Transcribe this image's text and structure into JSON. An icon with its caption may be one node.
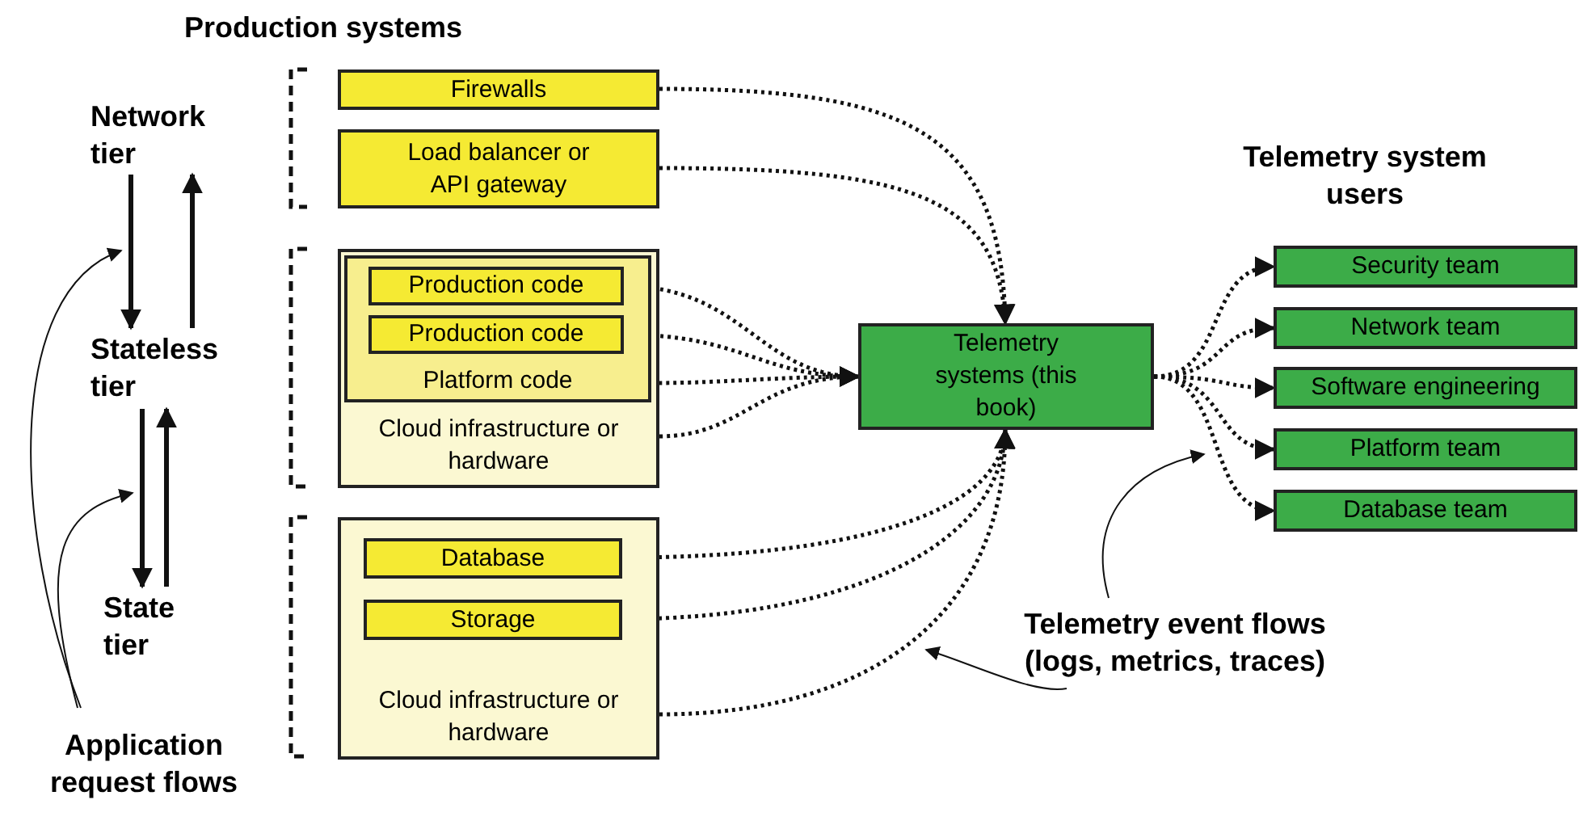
{
  "diagram": {
    "title": "Production systems",
    "nodes": [
      {
        "text": [
          "Network tier"
        ]
      },
      {
        "text": [
          "Stateless tier"
        ]
      },
      {
        "text": [
          "State tier"
        ]
      },
      {
        "text": [
          "Application request flows"
        ]
      },
      {
        "text": [
          "Firewalls"
        ]
      },
      {
        "text": [
          "Load balancer or API gateway"
        ]
      },
      {
        "text": [
          "Cloud infrastructure or hardware"
        ]
      },
      {
        "text": [
          "Platform code"
        ],
        "in": 6
      },
      {
        "text": [
          "Production code"
        ],
        "in": 7
      },
      {
        "text": [
          "Production code"
        ],
        "in": 7
      },
      {
        "text": [
          "Cloud infrastructure or hardware"
        ]
      },
      {
        "text": [
          "Database"
        ],
        "in": 10
      },
      {
        "text": [
          "Storage"
        ],
        "in": 10
      },
      {
        "text": [
          "Telemetry systems (this book)"
        ]
      },
      {
        "text": [
          "Security team"
        ]
      },
      {
        "text": [
          "Network team"
        ]
      },
      {
        "text": [
          "Software engineering"
        ]
      },
      {
        "text": [
          "Platform team"
        ]
      },
      {
        "text": [
          "Database team"
        ]
      },
      {
        "text": [
          "Telemetry event flows (logs, metrics, traces)"
        ]
      }
    ],
    "edges": [
      {
        "from": 0,
        "to": 1,
        "arrow": "to"
      },
      {
        "from": 1,
        "to": 0,
        "arrow": "to"
      },
      {
        "from": 1,
        "to": 2,
        "arrow": "to"
      },
      {
        "from": 2,
        "to": 1,
        "arrow": "to"
      },
      {
        "from": 3,
        "to": null,
        "arrow": "to"
      },
      {
        "from": 3,
        "to": null,
        "arrow": "to"
      },
      {
        "from": 4,
        "to": 13,
        "arrow": "to",
        "style": "dashed"
      },
      {
        "from": 5,
        "to": 13,
        "arrow": "to",
        "style": "dashed"
      },
      {
        "from": 8,
        "to": 13,
        "arrow": "to",
        "style": "dashed"
      },
      {
        "from": 9,
        "to": 13,
        "arrow": "to",
        "style": "dashed"
      },
      {
        "from": 7,
        "to": 13,
        "arrow": "to",
        "style": "dashed"
      },
      {
        "from": 6,
        "to": 13,
        "arrow": "to",
        "style": "dashed"
      },
      {
        "from": 11,
        "to": 13,
        "arrow": "to",
        "style": "dashed"
      },
      {
        "from": 12,
        "to": 13,
        "arrow": "to",
        "style": "dashed"
      },
      {
        "from": 10,
        "to": 13,
        "arrow": "to",
        "style": "dashed"
      },
      {
        "from": 13,
        "to": 14,
        "arrow": "to",
        "style": "dashed"
      },
      {
        "from": 13,
        "to": 15,
        "arrow": "to",
        "style": "dashed"
      },
      {
        "from": 13,
        "to": 16,
        "arrow": "to",
        "style": "dashed"
      },
      {
        "from": 13,
        "to": 17,
        "arrow": "to",
        "style": "dashed"
      },
      {
        "from": 13,
        "to": 18,
        "arrow": "to",
        "style": "dashed"
      },
      {
        "from": 19,
        "to": null,
        "arrow": "to"
      },
      {
        "from": 19,
        "to": null,
        "arrow": "to"
      }
    ],
    "labels": [
      "Telemetry system users"
    ]
  }
}
